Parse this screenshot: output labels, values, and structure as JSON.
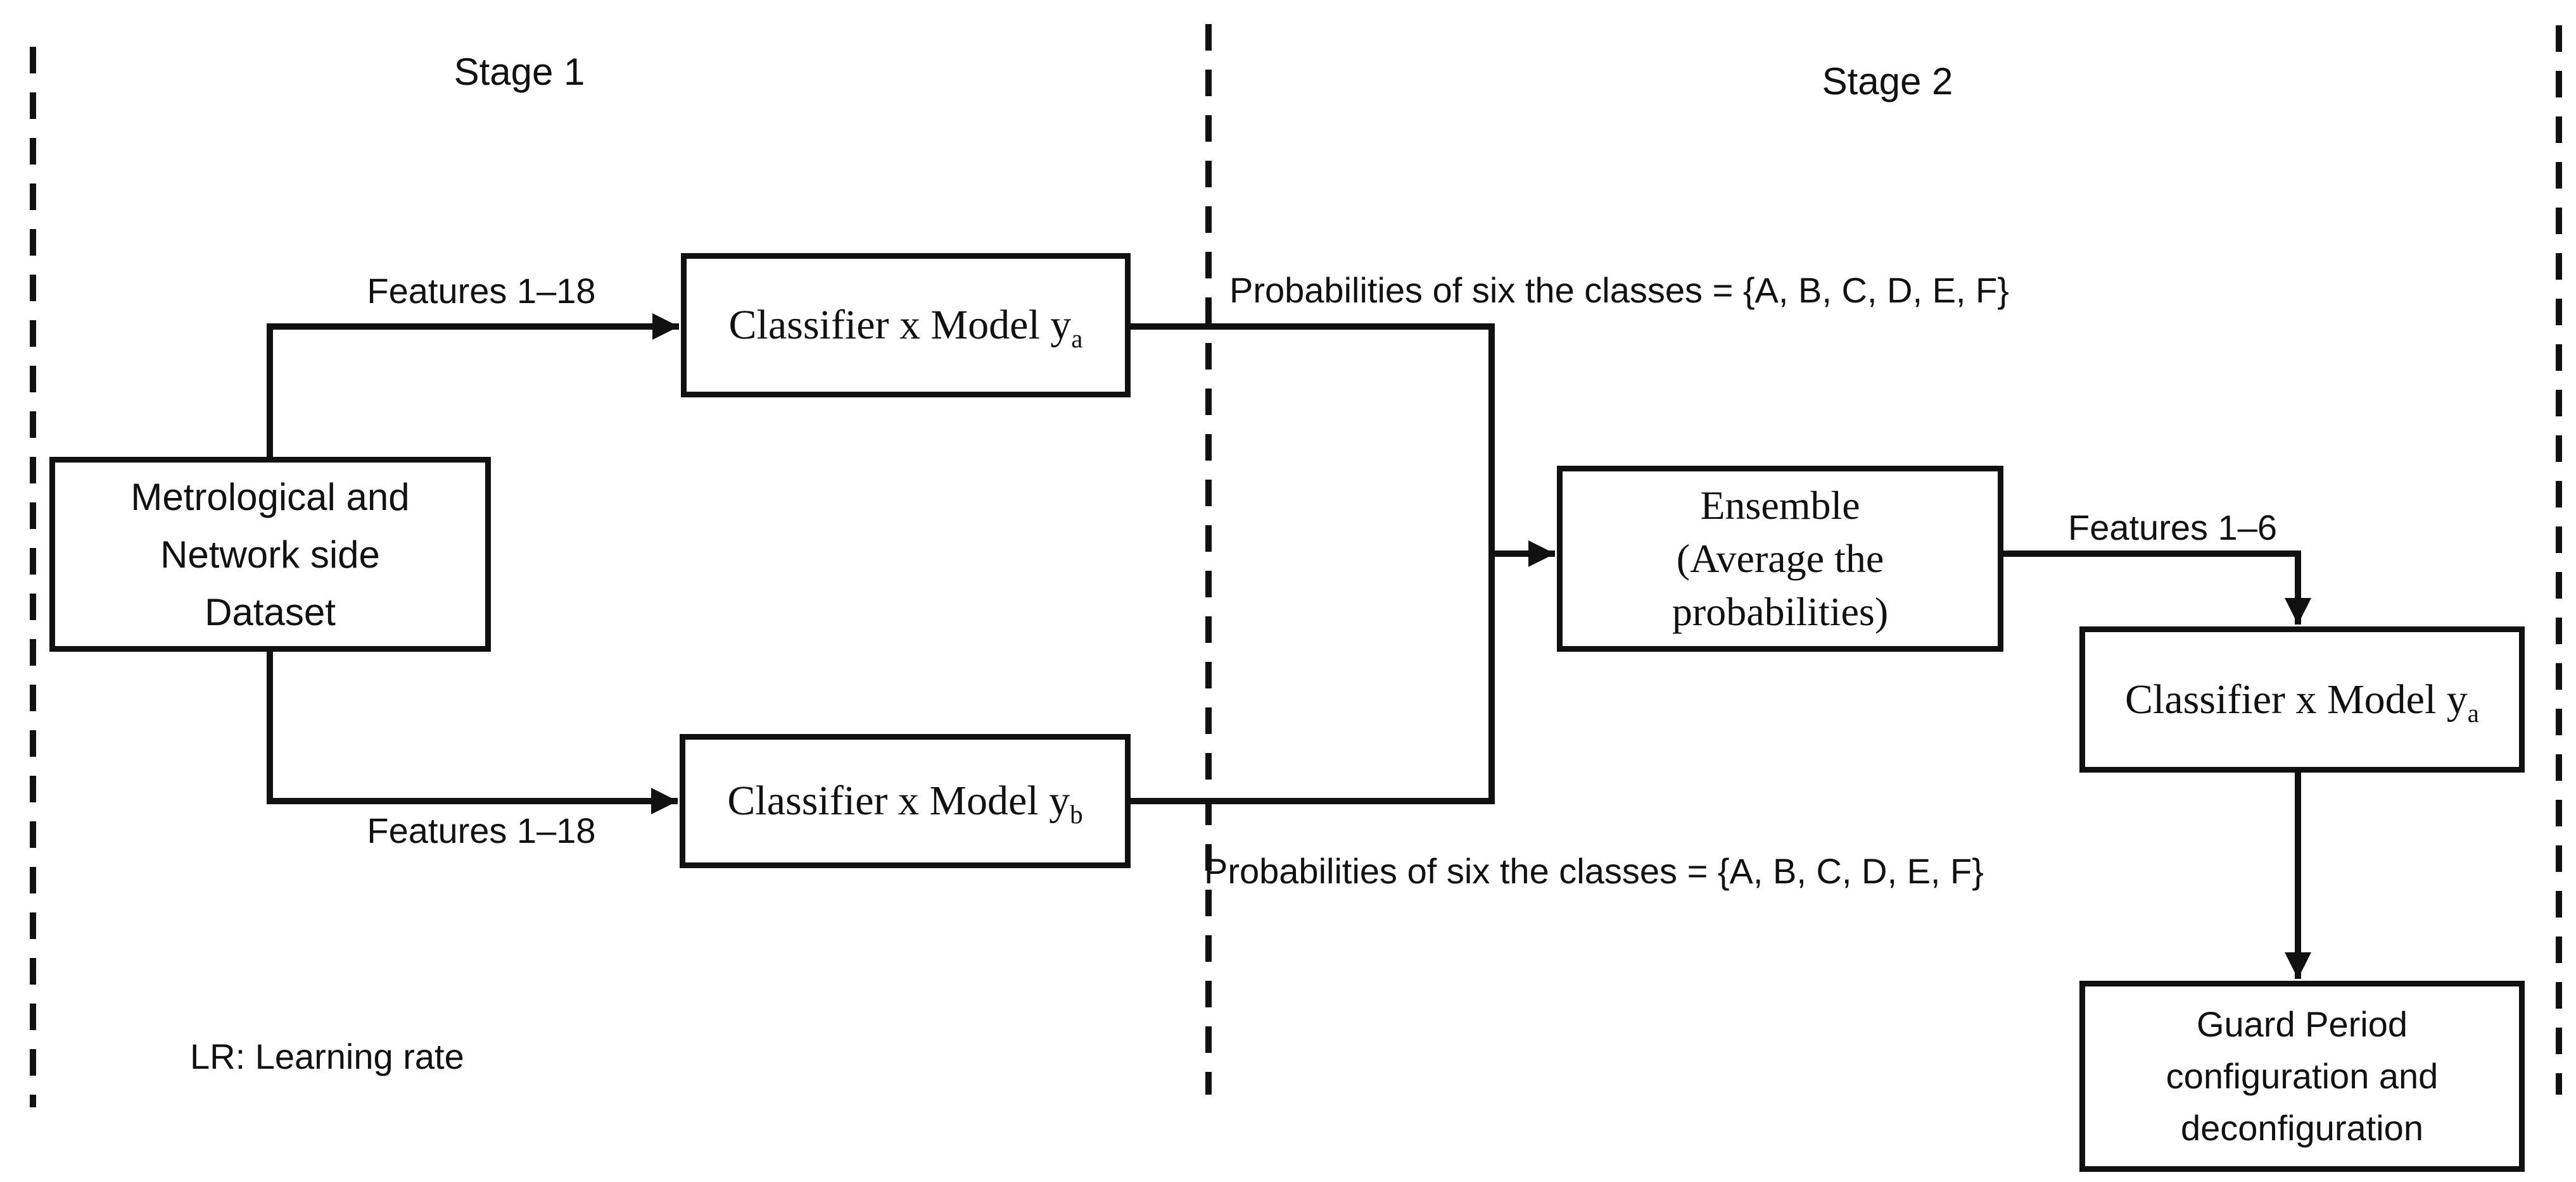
{
  "stage_titles": {
    "stage1": "Stage 1",
    "stage2": "Stage 2"
  },
  "edge_labels": {
    "features_top": "Features 1–18",
    "features_bottom": "Features 1–18",
    "features_stage2": "Features 1–6",
    "probabilities_top": "Probabilities of six the classes = {A, B, C, D, E, F}",
    "probabilities_bottom": "Probabilities of six the classes = {A, B, C, D, E, F}"
  },
  "notes": {
    "lr_note": "LR: Learning rate"
  },
  "boxes": {
    "dataset": {
      "lines": [
        "Metrological and",
        "Network side",
        "Dataset"
      ]
    },
    "classifier_a": {
      "label": "Classifier x Model y",
      "sub": "a"
    },
    "classifier_b": {
      "label": "Classifier x Model y",
      "sub": "b"
    },
    "ensemble": {
      "lines": [
        "Ensemble",
        "(Average the",
        "probabilities)"
      ]
    },
    "classifier_stage2": {
      "label": "Classifier x Model y",
      "sub": "a"
    },
    "guard": {
      "lines": [
        "Guard Period",
        "configuration and",
        "deconfiguration"
      ]
    }
  },
  "colors": {
    "ink": "#111111",
    "background": "#ffffff"
  }
}
